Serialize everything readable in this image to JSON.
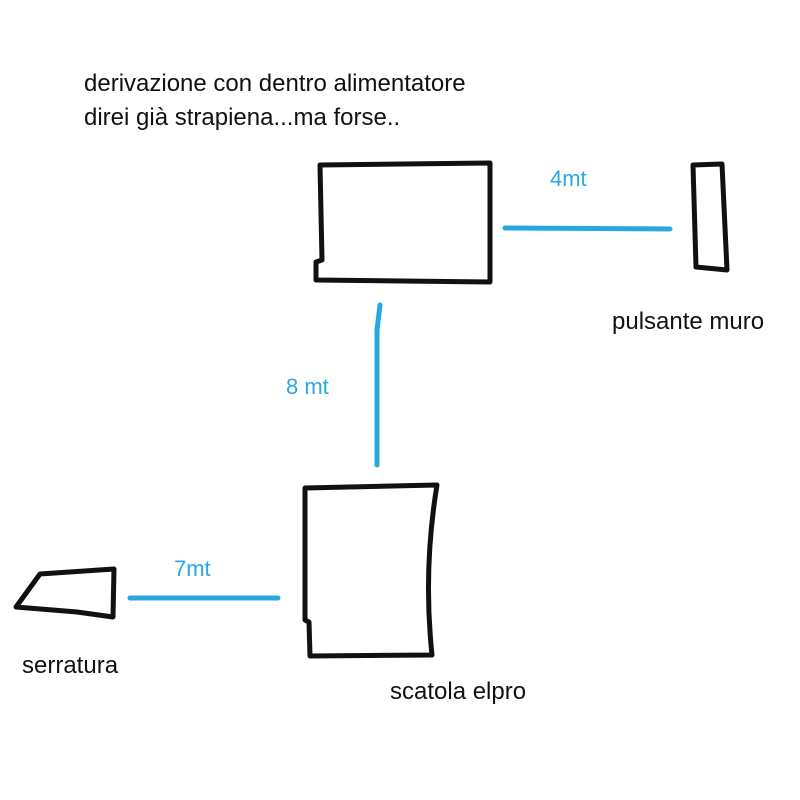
{
  "title": {
    "line1": "derivazione con dentro alimentatore",
    "line2": "direi già strapiena...ma forse.."
  },
  "nodes": {
    "wall_button": "pulsante muro",
    "lock": "serratura",
    "elpro_box": "scatola elpro"
  },
  "connections": {
    "junction_to_button": "4mt",
    "junction_to_elpro": "8 mt",
    "elpro_to_lock": "7mt"
  },
  "colors": {
    "wire": "#29a8e0",
    "outline": "#111111"
  }
}
